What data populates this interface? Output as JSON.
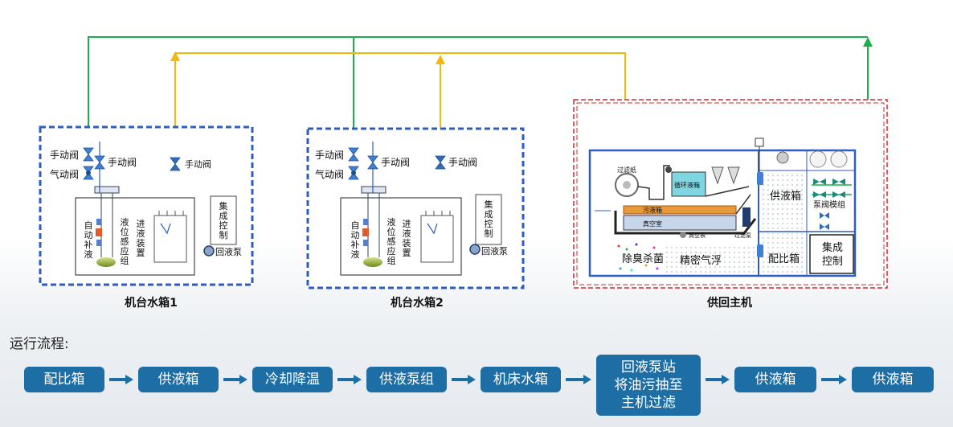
{
  "tank1": {
    "caption": "机台水箱1",
    "manual_valve_left": "手动阀",
    "pneumatic_valve": "气动阀",
    "manual_valve_mid": "手动阀",
    "manual_valve_right": "手动阀",
    "auto_refill": "自动补液",
    "level_sensor": "液位感应组",
    "inlet_device": "进液装置",
    "integrated_control": "集成控制",
    "return_pump": "回液泵"
  },
  "tank2": {
    "caption": "机台水箱2",
    "manual_valve_left": "手动阀",
    "pneumatic_valve": "气动阀",
    "manual_valve_mid": "手动阀",
    "manual_valve_right": "手动阀",
    "auto_refill": "自动补液",
    "level_sensor": "液位感应组",
    "inlet_device": "进液装置",
    "integrated_control": "集成控制",
    "return_pump": "回液泵"
  },
  "host": {
    "caption": "供回主机",
    "filter_paper": "过滤纸",
    "circulation_tank": "循环液箱",
    "dirty_tank": "污液箱",
    "vacuum_chamber": "真空室",
    "vacuum_meter": "真空表",
    "filter_pump": "过滤泵",
    "supply_tank": "供液箱",
    "pump_valve_module": "泵阀模组",
    "odor_sterilize": "除臭杀菌",
    "fine_flotation": "精密气浮",
    "mix_tank": "配比箱",
    "integrated_control": "集成控制"
  },
  "colors": {
    "supply_line": "#19b04b",
    "return_line": "#f2b80d",
    "tank_border": "#2f5cc0",
    "host_border": "#d9272e",
    "flow_box": "#1c6ea4"
  },
  "flow": {
    "title": "运行流程:",
    "steps": [
      "配比箱",
      "供液箱",
      "冷却降温",
      "供液泵组",
      "机床水箱",
      "回液泵站\n将油污抽至\n主机过滤",
      "供液箱",
      "供液箱"
    ]
  }
}
